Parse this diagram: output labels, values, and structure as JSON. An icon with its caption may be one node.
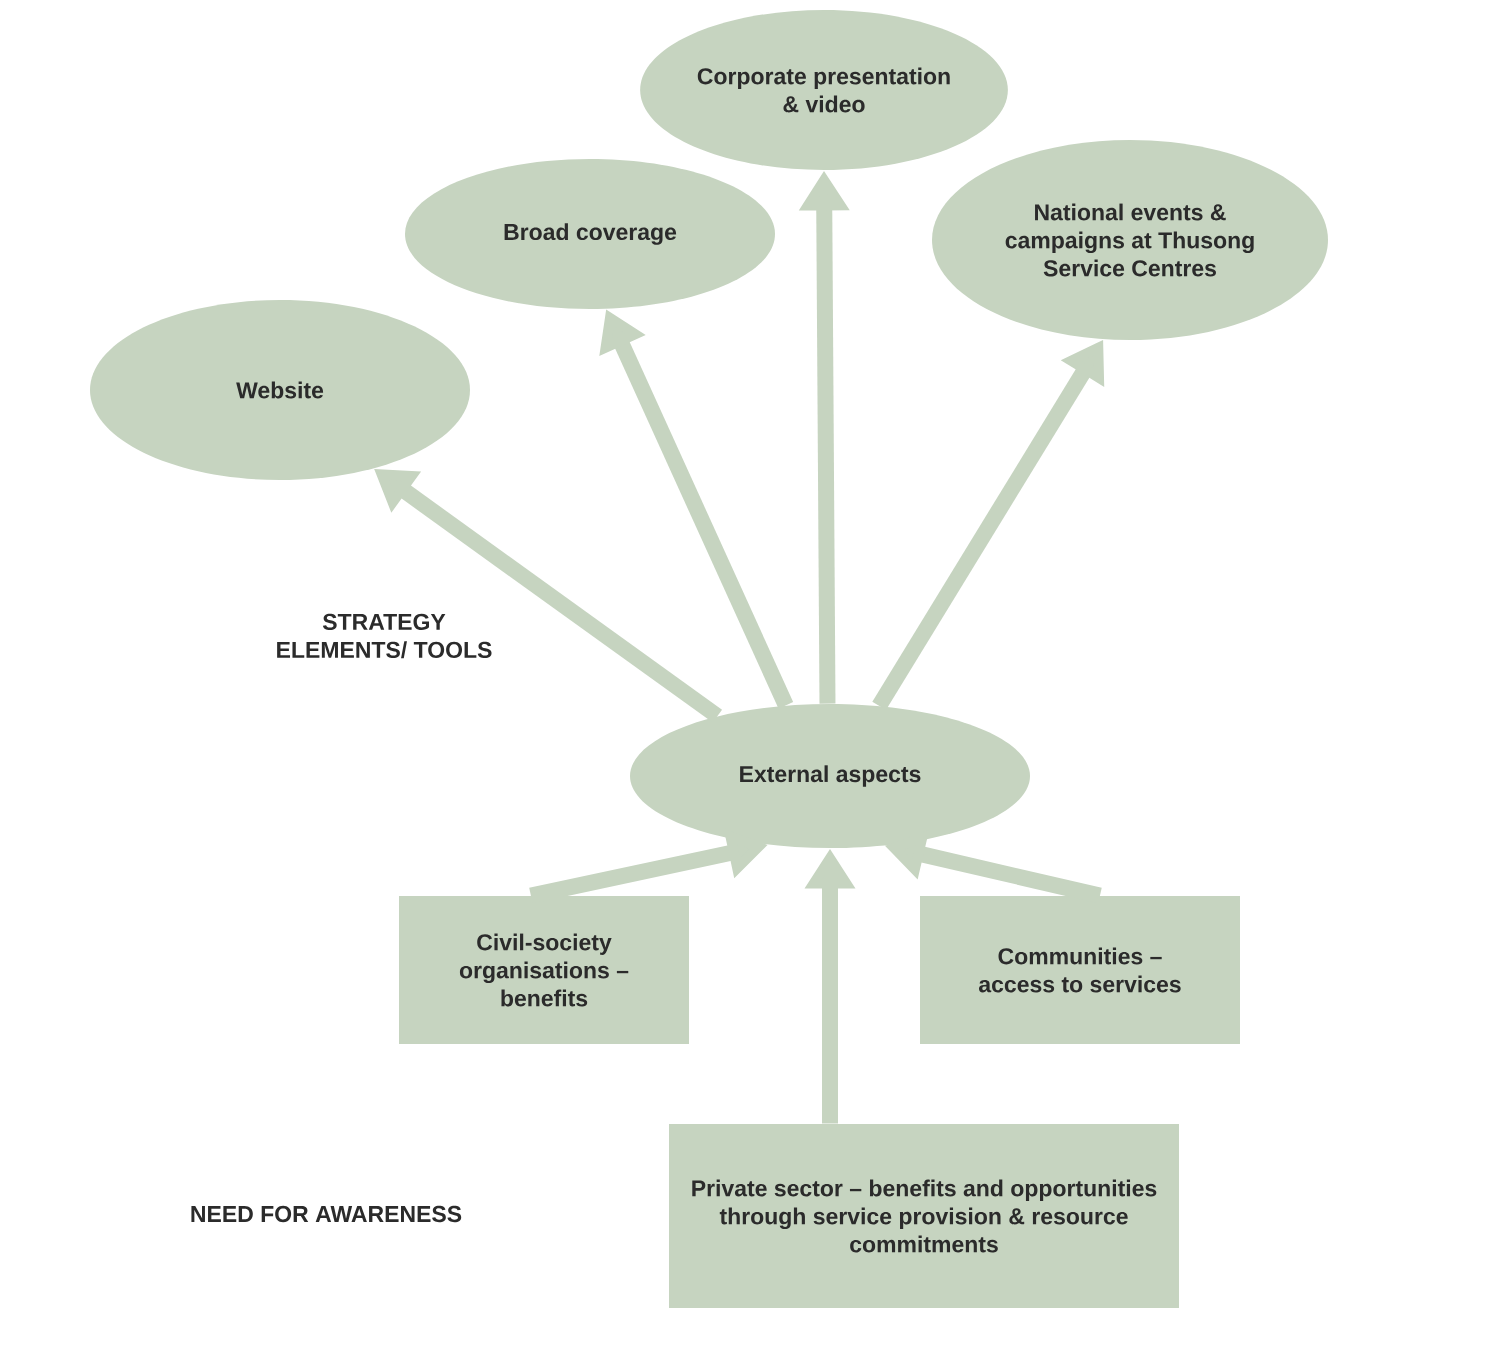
{
  "diagram": {
    "nodes": [
      {
        "text": [
          "Website"
        ]
      },
      {
        "text": [
          "Broad coverage"
        ]
      },
      {
        "text": [
          "Corporate presentation & video"
        ]
      },
      {
        "text": [
          "National events & campaigns at Thusong Service Centres"
        ]
      },
      {
        "text": [
          "External aspects"
        ]
      },
      {
        "text": [
          "Civil-society organisations – benefits"
        ]
      },
      {
        "text": [
          "Communities – access to services"
        ]
      },
      {
        "text": [
          "Private sector – benefits and opportunities through service provision & resource commitments"
        ]
      }
    ],
    "edges": [
      {
        "from": 4,
        "to": 0,
        "arrow": "to"
      },
      {
        "from": 4,
        "to": 1,
        "arrow": "to"
      },
      {
        "from": 4,
        "to": 2,
        "arrow": "to"
      },
      {
        "from": 4,
        "to": 3,
        "arrow": "to"
      },
      {
        "from": 5,
        "to": 4,
        "arrow": "to"
      },
      {
        "from": 7,
        "to": 4,
        "arrow": "to"
      },
      {
        "from": 6,
        "to": 4,
        "arrow": "to"
      }
    ],
    "labels": [
      "STRATEGY ELEMENTS/ TOOLS",
      "NEED FOR AWARENESS"
    ]
  }
}
